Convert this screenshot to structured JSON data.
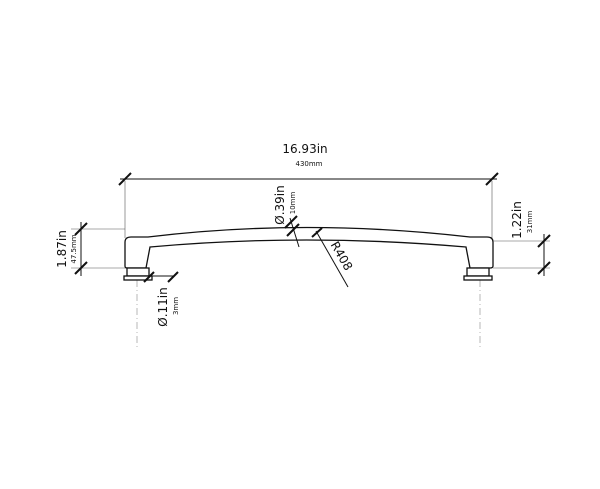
{
  "dimensions": {
    "overall_length": {
      "imperial": "16.93in",
      "metric": "430mm"
    },
    "bar_diameter": {
      "imperial": "Ø.39in",
      "metric": "10mm"
    },
    "handle_height": {
      "imperial": "1.87in",
      "metric": "47.5mm"
    },
    "end_height": {
      "imperial": "1.22in",
      "metric": "31mm"
    },
    "post_diameter": {
      "imperial": "Ø.11in",
      "metric": "3mm"
    },
    "arc_radius": {
      "label": "R408"
    }
  }
}
